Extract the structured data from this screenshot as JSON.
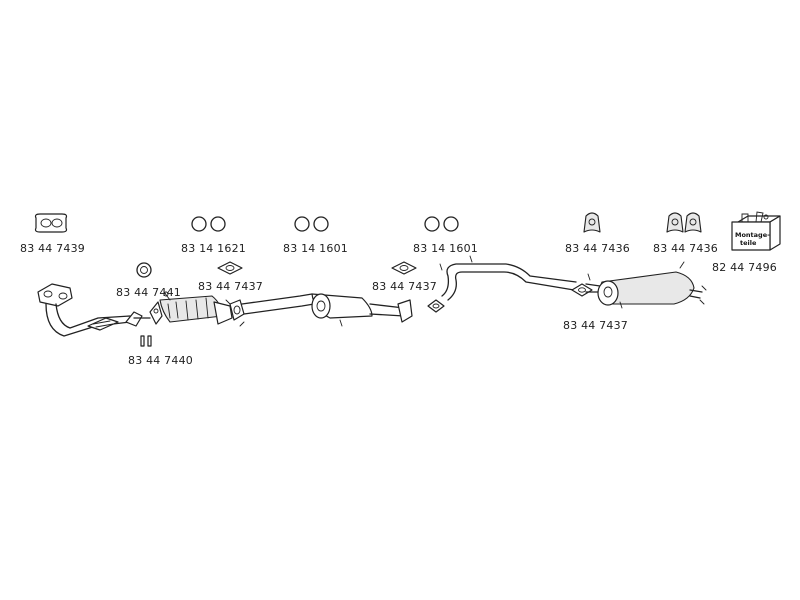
{
  "diagram": {
    "part_numbers": {
      "p7439": "83 44 7439",
      "p1621": "83 14 1621",
      "p1601a": "83 14 1601",
      "p1601b": "83 14 1601",
      "p7436a": "83 44 7436",
      "p7436b": "83 44 7436",
      "p7496": "82 44 7496",
      "p7441": "83 44 7441",
      "p7437a": "83 44 7437",
      "p7437b": "83 44 7437",
      "p7437c": "83 44 7437",
      "p7440": "83 44 7440"
    },
    "kit_label": {
      "line1": "Montage-",
      "line2": "teile"
    }
  }
}
